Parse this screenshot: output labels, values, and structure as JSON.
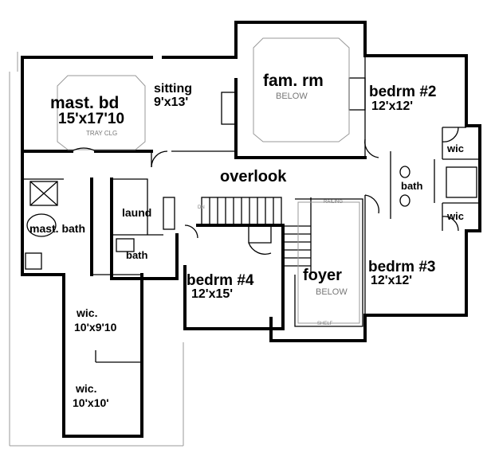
{
  "rooms": {
    "mast_bd": {
      "name": "mast. bd",
      "size": "15'x17'10",
      "note": "TRAY CLG"
    },
    "sitting": {
      "name": "sitting",
      "size": "9'x13'"
    },
    "fam_rm": {
      "name": "fam. rm",
      "note": "BELOW"
    },
    "bedrm2": {
      "name": "bedrm #2",
      "size": "12'x12'"
    },
    "wic_top": {
      "name": "wic"
    },
    "bath_right": {
      "name": "bath"
    },
    "wic_right": {
      "name": "wic"
    },
    "overlook": {
      "name": "overlook"
    },
    "laund": {
      "name": "laund"
    },
    "mast_bath": {
      "name": "mast. bath"
    },
    "bath_mid": {
      "name": "bath"
    },
    "bedrm4": {
      "name": "bedrm #4",
      "size": "12'x15'"
    },
    "foyer": {
      "name": "foyer",
      "note": "BELOW"
    },
    "bedrm3": {
      "name": "bedrm #3",
      "size": "12'x12'"
    },
    "wic1": {
      "name": "wic.",
      "size": "10'x9'10"
    },
    "wic2": {
      "name": "wic.",
      "size": "10'x10'"
    }
  },
  "annotations": {
    "railing": "RAILING",
    "shelf": "SHELF",
    "down": "DN"
  }
}
